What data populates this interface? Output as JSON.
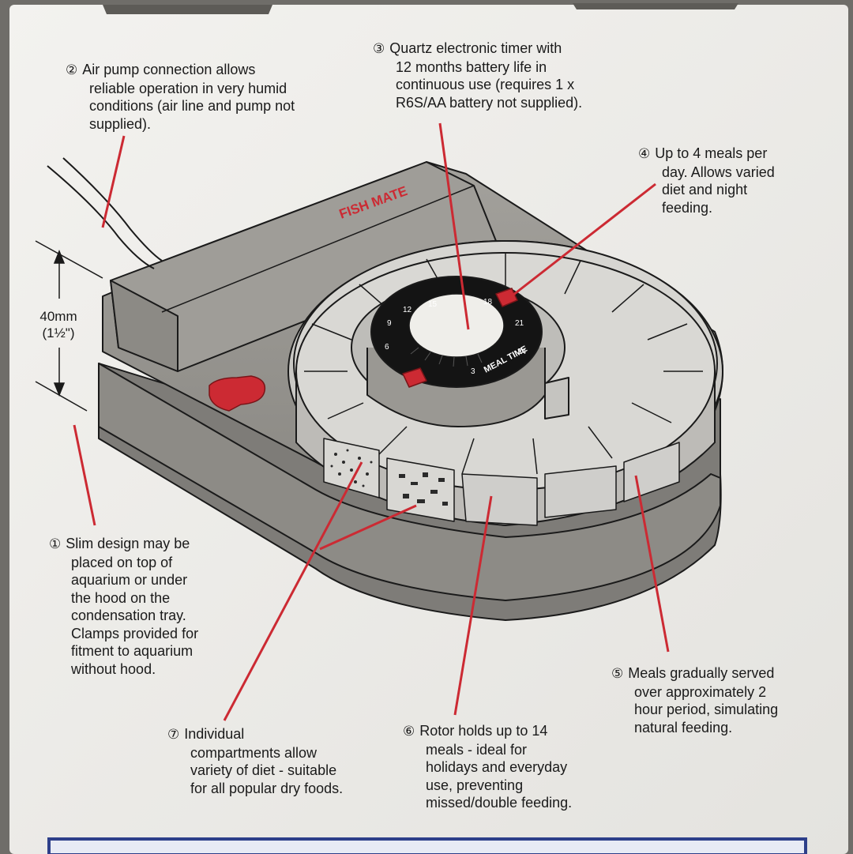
{
  "brand_on_device": "FISH MATE",
  "dial_label": "MEAL TIME",
  "dial_numbers": [
    "15",
    "18",
    "21",
    "24",
    "3",
    "6",
    "9",
    "12"
  ],
  "dimension": {
    "mm": "40mm",
    "inch": "(1½\")"
  },
  "callouts": [
    {
      "num": "①",
      "lines": [
        "Slim design may be",
        "placed on top of",
        "aquarium or under",
        "the hood on the",
        "condensation tray.",
        "Clamps provided for",
        "fitment to aquarium",
        "without hood."
      ]
    },
    {
      "num": "②",
      "lines": [
        "Air pump connection allows",
        "reliable operation in very humid",
        "conditions (air line and pump not",
        "supplied)."
      ]
    },
    {
      "num": "③",
      "lines": [
        "Quartz electronic timer with",
        "12 months battery life in",
        "continuous use (requires 1 x",
        "R6S/AA battery not supplied)."
      ]
    },
    {
      "num": "④",
      "lines": [
        "Up to 4 meals per",
        "day. Allows varied",
        "diet and night",
        "feeding."
      ]
    },
    {
      "num": "⑤",
      "lines": [
        "Meals gradually served",
        "over approximately 2",
        "hour period, simulating",
        "natural feeding."
      ]
    },
    {
      "num": "⑥",
      "lines": [
        "Rotor holds up to 14",
        "meals - ideal for",
        "holidays and everyday",
        "use, preventing",
        "missed/double feeding."
      ]
    },
    {
      "num": "⑦",
      "lines": [
        "Individual",
        "compartments allow",
        "variety of diet - suitable",
        "for all popular dry foods."
      ]
    }
  ],
  "colors": {
    "panel": "#ededea",
    "device_body": "#9a9893",
    "device_dark": "#6e6c68",
    "leader_red": "#cc2a33",
    "dial_black": "#141414",
    "border_blue": "#2d3f8a"
  }
}
